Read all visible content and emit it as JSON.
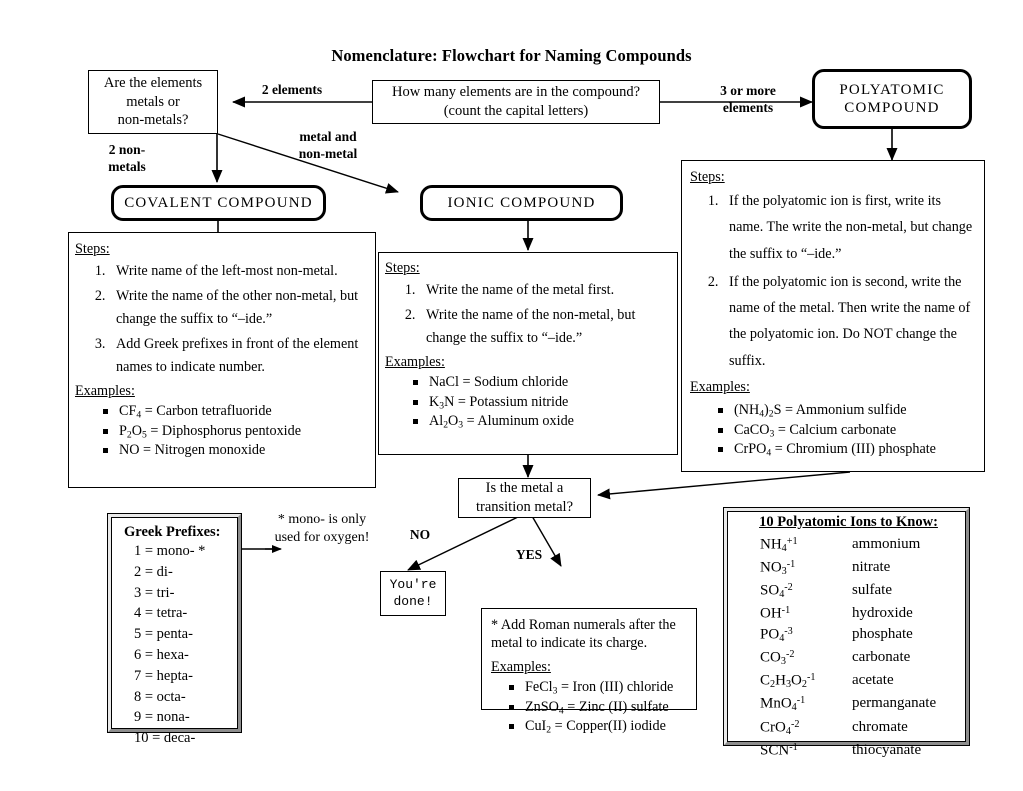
{
  "title": "Nomenclature: Flowchart for Naming Compounds",
  "nodes": {
    "question_elements": "How many elements are in the compound?\n(count the capital letters)",
    "metals_or_nonmetals": "Are the elements\nmetals or\nnon-metals?",
    "polyatomic_compound": "POLYATOMIC\nCOMPOUND",
    "covalent_compound": "COVALENT COMPOUND",
    "ionic_compound": "IONIC COMPOUND",
    "transition_metal_question": "Is the metal a\ntransition metal?",
    "youre_done": "You're\ndone!"
  },
  "edge_labels": {
    "two_elements": "2 elements",
    "three_or_more": "3 or more\nelements",
    "two_non_metals": "2  non-\nmetals",
    "metal_and_non_metal": "metal and\nnon-metal",
    "no": "NO",
    "yes": "YES"
  },
  "covalent_panel": {
    "steps_header": "Steps:",
    "steps": [
      "Write name of the left-most non-metal.",
      "Write the name of the other non-metal, but change the suffix to “–ide.”",
      "Add Greek prefixes in front of the element names to indicate number."
    ],
    "examples_header": "Examples:",
    "examples": [
      "CF₄ = Carbon tetrafluoride",
      "P₂O₅ = Diphosphorus pentoxide",
      "NO = Nitrogen monoxide"
    ]
  },
  "ionic_panel": {
    "steps_header": "Steps:",
    "steps": [
      "Write the name of the metal first.",
      "Write the name of the non-metal, but change the suffix to “–ide.”"
    ],
    "examples_header": "Examples:",
    "examples": [
      "NaCl = Sodium chloride",
      "K₃N = Potassium nitride",
      "Al₂O₃ = Aluminum oxide"
    ]
  },
  "polyatomic_panel": {
    "steps_header": "Steps:",
    "steps": [
      "If the polyatomic ion is first, write its name.  The write the non-metal, but change the suffix to “–ide.”",
      "If the polyatomic ion is second, write the name of the metal.  Then write the name of the polyatomic ion.  Do NOT change the suffix."
    ],
    "examples_header": "Examples:",
    "examples": [
      "(NH₄)₂S = Ammonium sulfide",
      "CaCO₃ = Calcium carbonate",
      "CrPO₄ = Chromium (III) phosphate"
    ]
  },
  "roman_numeral_panel": {
    "note": "* Add Roman numerals after the metal to indicate its charge.",
    "examples_header": "Examples:",
    "examples": [
      "FeCl₃ = Iron (III) chloride",
      "ZnSO₄ = Zinc (II) sulfate",
      "CuI₂ = Copper(II) iodide"
    ]
  },
  "greek_prefixes": {
    "title": "Greek Prefixes:",
    "items": [
      "1 = mono- *",
      "2 = di-",
      "3 = tri-",
      "4 = tetra-",
      "5 = penta-",
      "6 = hexa-",
      "7 = hepta-",
      "8 = octa-",
      "9 = nona-",
      "10 = deca-"
    ],
    "footnote": "* mono- is only used for oxygen!"
  },
  "polyatomic_ions": {
    "title": "10 Polyatomic Ions to Know:",
    "rows": [
      {
        "formula_base": "NH",
        "sub": "4",
        "charge": "+1",
        "name": "ammonium"
      },
      {
        "formula_base": "NO",
        "sub": "3",
        "charge": "-1",
        "name": "nitrate"
      },
      {
        "formula_base": "SO",
        "sub": "4",
        "charge": "-2",
        "name": "sulfate"
      },
      {
        "formula_base": "OH",
        "sub": "",
        "charge": "-1",
        "name": "hydroxide"
      },
      {
        "formula_base": "PO",
        "sub": "4",
        "charge": "-3",
        "name": "phosphate"
      },
      {
        "formula_base": "CO",
        "sub": "3",
        "charge": "-2",
        "name": "carbonate"
      },
      {
        "formula_base": "C2H3O2",
        "sub": "",
        "charge": "-1",
        "name": "acetate"
      },
      {
        "formula_base": "MnO",
        "sub": "4",
        "charge": "-1",
        "name": "permanganate"
      },
      {
        "formula_base": "CrO",
        "sub": "4",
        "charge": "-2",
        "name": "chromate"
      },
      {
        "formula_base": "SCN",
        "sub": "",
        "charge": "-1",
        "name": "thiocyanate"
      }
    ]
  }
}
